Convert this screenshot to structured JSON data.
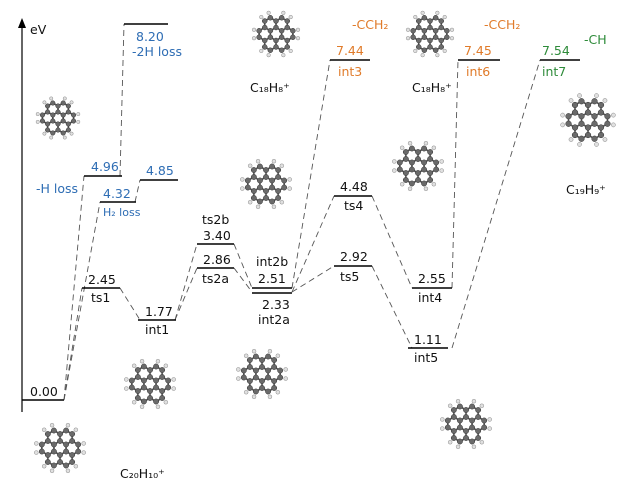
{
  "axis_label": "eV",
  "levels": [
    {
      "id": "c20h10",
      "energy": "0.00",
      "label": "",
      "color": "#000000"
    },
    {
      "id": "ts1",
      "energy": "2.45",
      "label": "ts1",
      "color": "#000000"
    },
    {
      "id": "int1",
      "energy": "1.77",
      "label": "int1",
      "color": "#000000"
    },
    {
      "id": "ts2a",
      "energy": "2.86",
      "label": "ts2a",
      "color": "#000000"
    },
    {
      "id": "ts2b",
      "energy": "3.40",
      "label": "ts2b",
      "color": "#000000"
    },
    {
      "id": "int2b",
      "energy": "2.51",
      "label": "int2b",
      "color": "#000000"
    },
    {
      "id": "int2a",
      "energy": "2.33",
      "label": "int2a",
      "color": "#000000"
    },
    {
      "id": "ts4",
      "energy": "4.48",
      "label": "ts4",
      "color": "#000000"
    },
    {
      "id": "ts5",
      "energy": "2.92",
      "label": "ts5",
      "color": "#000000"
    },
    {
      "id": "int4",
      "energy": "2.55",
      "label": "int4",
      "color": "#000000"
    },
    {
      "id": "int5",
      "energy": "1.11",
      "label": "int5",
      "color": "#000000"
    },
    {
      "id": "hloss",
      "energy": "4.96",
      "label": "-H loss",
      "color": "#2e6db4"
    },
    {
      "id": "h2loss",
      "energy": "4.32",
      "label": "H₂ loss",
      "color": "#2e6db4"
    },
    {
      "id": "ts_h2",
      "energy": "4.85",
      "label": "",
      "color": "#2e6db4"
    },
    {
      "id": "2hloss",
      "energy": "8.20",
      "label": "-2H loss",
      "color": "#2e6db4"
    },
    {
      "id": "int3",
      "energy": "7.44",
      "label": "int3",
      "color": "#e07b2a"
    },
    {
      "id": "int6",
      "energy": "7.45",
      "label": "int6",
      "color": "#e07b2a"
    },
    {
      "id": "int7",
      "energy": "7.54",
      "label": "int7",
      "color": "#2e8b3a"
    }
  ],
  "products": [
    {
      "id": "cch2_1",
      "text": "-CCH₂",
      "color": "#e07b2a"
    },
    {
      "id": "cch2_2",
      "text": "-CCH₂",
      "color": "#e07b2a"
    },
    {
      "id": "ch",
      "text": "-CH",
      "color": "#2e8b3a"
    }
  ],
  "formulas": {
    "c20h10": "C₂₀H₁₀⁺",
    "c18h8_a": "C₁₈H₈⁺",
    "c18h8_b": "C₁₈H₈⁺",
    "c19h9": "C₁₉H₉⁺"
  }
}
